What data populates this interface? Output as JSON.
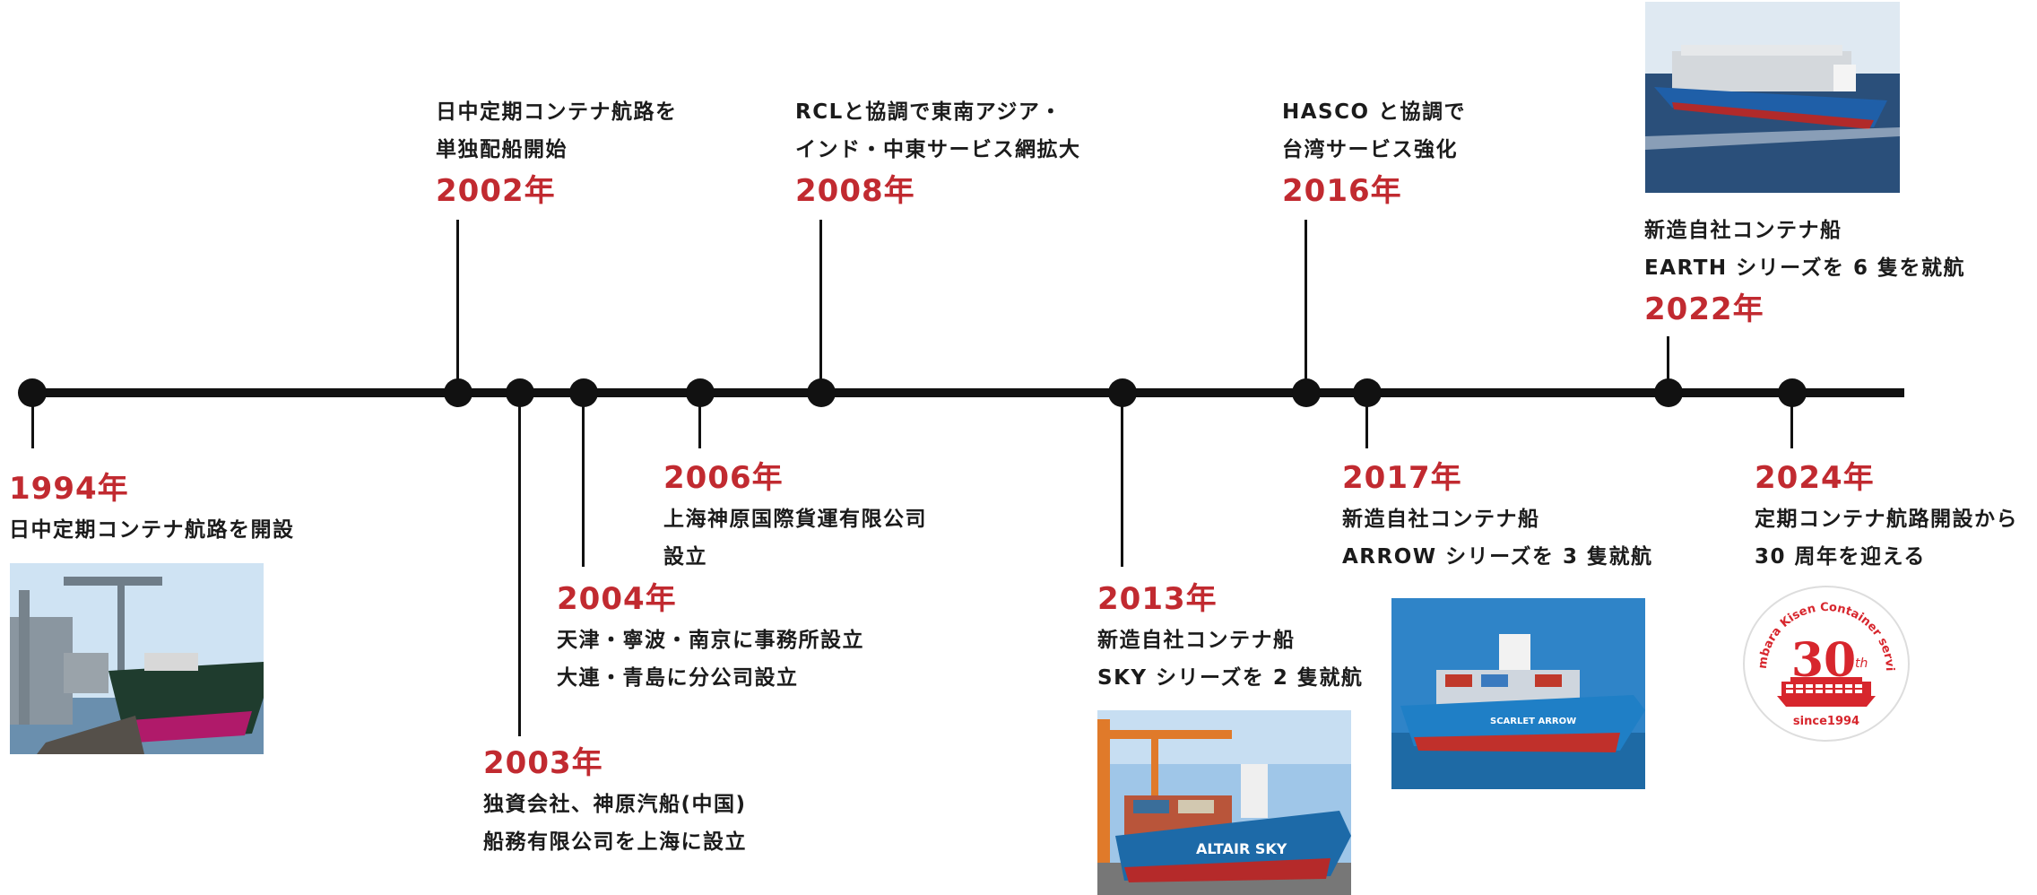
{
  "events": [
    {
      "id": "e1994",
      "year": "1994",
      "unit": "年",
      "lines": [
        "日中定期コンテナ航路を開設"
      ]
    },
    {
      "id": "e2002",
      "year": "2002",
      "unit": "年",
      "lines": [
        "日中定期コンテナ航路を",
        "単独配船開始"
      ]
    },
    {
      "id": "e2003",
      "year": "2003",
      "unit": "年",
      "lines": [
        "独資会社、神原汽船(中国)",
        "船務有限公司を上海に設立"
      ]
    },
    {
      "id": "e2004",
      "year": "2004",
      "unit": "年",
      "lines": [
        "天津・寧波・南京に事務所設立",
        "大連・青島に分公司設立"
      ]
    },
    {
      "id": "e2006",
      "year": "2006",
      "unit": "年",
      "lines": [
        "上海神原国際貨運有限公司",
        "設立"
      ]
    },
    {
      "id": "e2008",
      "year": "2008",
      "unit": "年",
      "lines": [
        "RCLと協調で東南アジア・",
        "インド・中東サービス網拡大"
      ]
    },
    {
      "id": "e2013",
      "year": "2013",
      "unit": "年",
      "lines": [
        "新造自社コンテナ船",
        "SKY シリーズを 2 隻就航"
      ]
    },
    {
      "id": "e2016",
      "year": "2016",
      "unit": "年",
      "lines": [
        "HASCO と協調で",
        "台湾サービス強化"
      ]
    },
    {
      "id": "e2017",
      "year": "2017",
      "unit": "年",
      "lines": [
        "新造自社コンテナ船",
        "ARROW シリーズを 3 隻就航"
      ]
    },
    {
      "id": "e2022",
      "year": "2022",
      "unit": "年",
      "lines": [
        "新造自社コンテナ船",
        "EARTH シリーズを 6 隻を就航"
      ]
    },
    {
      "id": "e2024",
      "year": "2024",
      "unit": "年",
      "lines": [
        "定期コンテナ航路開設から",
        "30 周年を迎える"
      ]
    }
  ],
  "photos": {
    "p1994": {
      "hull": "#1f3c2e",
      "bottom": "#b01a6a",
      "sky": "#cfe3f3",
      "water": "#6a8fae"
    },
    "p2013": {
      "hull": "#1d6aa8",
      "bottom": "#b52a2a",
      "sky": "#9fc6e8",
      "name": "ALTAIR SKY"
    },
    "p2017": {
      "hull": "#1f7fc6",
      "bottom": "#c0302b",
      "sky": "#2f84c8",
      "name": "SCARLET ARROW"
    },
    "p2022": {
      "hull": "#1f5fa8",
      "bottom": "#b12a2a",
      "sky": "#dfe9f2",
      "water": "#2a4f7a"
    }
  },
  "logo": {
    "arc_text": "Kambara Kisen Container service",
    "number": "30",
    "suffix": "th",
    "since": "since1994",
    "color": "#d7262d"
  },
  "colors": {
    "accent": "#c12a30",
    "line": "#111111"
  }
}
